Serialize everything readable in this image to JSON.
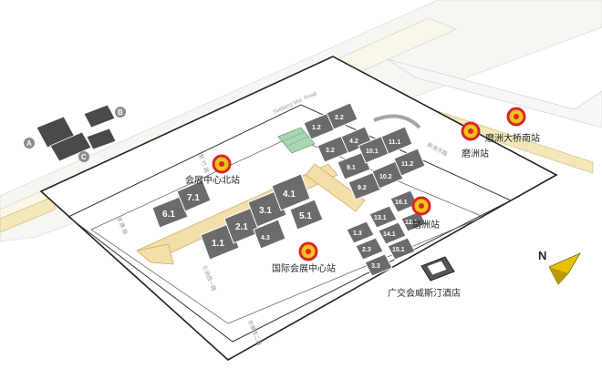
{
  "colors": {
    "hall": "#6b6b6b",
    "hall_dark": "#4a4a4a",
    "walkway": "#f3dfa9",
    "station_red": "#d9262b",
    "station_yellow": "#f2c318",
    "building_green": "#a9d6b2",
    "outline": "#222222",
    "compass": "#e8c200"
  },
  "roads": {
    "yuejiang_mid": "Yuejiang Mid. Road",
    "ruikang_left": "瑞 康 路",
    "lanzhou_west": "仑洲西一路",
    "huizhan_south": "会展南二路",
    "xingang": "新港东路",
    "top_left": "新 竹 路"
  },
  "halls": [
    {
      "label": "1.1"
    },
    {
      "label": "2.1"
    },
    {
      "label": "3.1"
    },
    {
      "label": "4.1"
    },
    {
      "label": "5.1"
    },
    {
      "label": "6.1"
    },
    {
      "label": "7.1"
    },
    {
      "label": "1.2"
    },
    {
      "label": "2.2"
    },
    {
      "label": "3.2"
    },
    {
      "label": "4.2"
    },
    {
      "label": "9.1"
    },
    {
      "label": "9.2"
    },
    {
      "label": "10.1"
    },
    {
      "label": "10.2"
    },
    {
      "label": "11.1"
    },
    {
      "label": "11.2"
    },
    {
      "label": "1.3"
    },
    {
      "label": "2.3"
    },
    {
      "label": "3.3"
    },
    {
      "label": "4.3"
    },
    {
      "label": "13.1"
    },
    {
      "label": "14.1"
    },
    {
      "label": "15.1"
    },
    {
      "label": "16.1"
    },
    {
      "label": "12.1"
    }
  ],
  "stations": [
    {
      "name": "会展中心北站"
    },
    {
      "name": "国际会展中心站"
    },
    {
      "name": "磨洲站"
    },
    {
      "name": "磨洲站"
    },
    {
      "name": "磨洲大桥南站"
    }
  ],
  "landmarks": {
    "hotel": "广交会威斯汀酒店"
  },
  "legend": {
    "letters": [
      "A",
      "B",
      "C"
    ]
  },
  "compass": {
    "letter": "N"
  }
}
